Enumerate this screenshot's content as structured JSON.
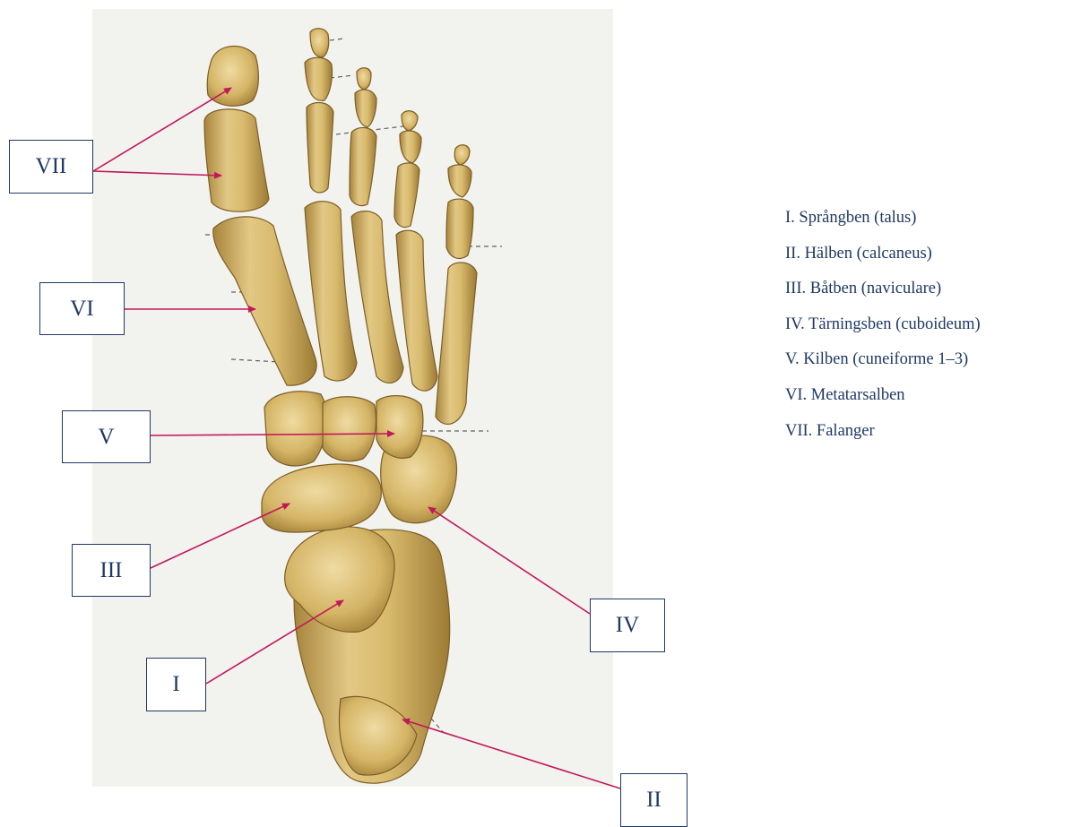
{
  "figure": {
    "image_description": "illustration-foot-bones-dorsal-view",
    "legend": [
      "I. Språngben (talus)",
      "II. Hälben (calcaneus)",
      "III. Båtben (naviculare)",
      "IV. Tärningsben (cuboideum)",
      "V. Kilben (cuneiforme 1–3)",
      "VI. Metatarsalben",
      "VII. Falanger"
    ],
    "callouts": {
      "vii": "VII",
      "vi": "VI",
      "v": "V",
      "iii": "III",
      "iv": "IV",
      "i": "I",
      "ii": "II"
    },
    "colors": {
      "arrow": "#c2185b",
      "label_text": "#1f3864",
      "box_border": "#1f3864",
      "bone": "#d9bb6e",
      "bone_shadow": "#9c7a34",
      "bone_highlight": "#efdba2",
      "plate_background": "#f2f2ef"
    }
  }
}
